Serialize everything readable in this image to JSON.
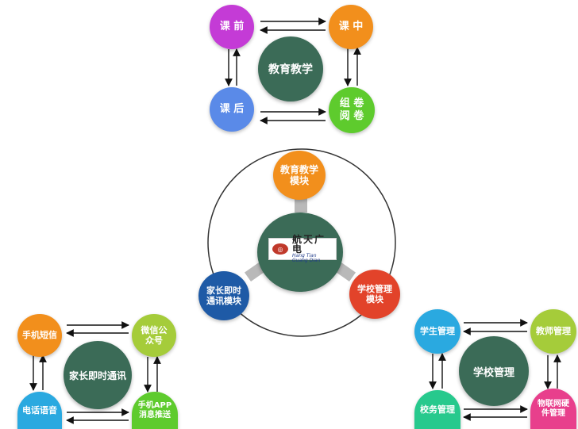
{
  "colors": {
    "hub": "#3b6b57",
    "magenta": "#c43bd6",
    "orange": "#f28f1c",
    "blue": "#5a8ae8",
    "green": "#5ecb2d",
    "lime": "#a5cc3a",
    "cyan": "#2aa9e0",
    "mint": "#27c98d",
    "pink": "#e83f8c",
    "darkblue": "#1e5aa6",
    "red": "#e2432a"
  },
  "top_cluster": {
    "hub_label": "教育教学",
    "nodes": {
      "tl": "课 前",
      "tr": "课 中",
      "bl": "课 后",
      "br": "组 卷\n阅 卷"
    }
  },
  "center": {
    "logo": {
      "chinese": "航天广电",
      "english": "Hang Tian Guang Dian"
    },
    "modules": {
      "top": "教育教学\n模块",
      "left": "家长即时\n通讯模块",
      "right": "学校管理\n模块"
    }
  },
  "left_cluster": {
    "hub_label": "家长即时通讯",
    "nodes": {
      "tl": "手机短信",
      "tr": "微信公\n众号",
      "bl": "电话语音",
      "br": "手机APP\n消息推送"
    }
  },
  "right_cluster": {
    "hub_label": "学校管理",
    "nodes": {
      "tl": "学生管理",
      "tr": "教师管理",
      "bl": "校务管理",
      "br": "物联网硬\n件管理"
    }
  }
}
